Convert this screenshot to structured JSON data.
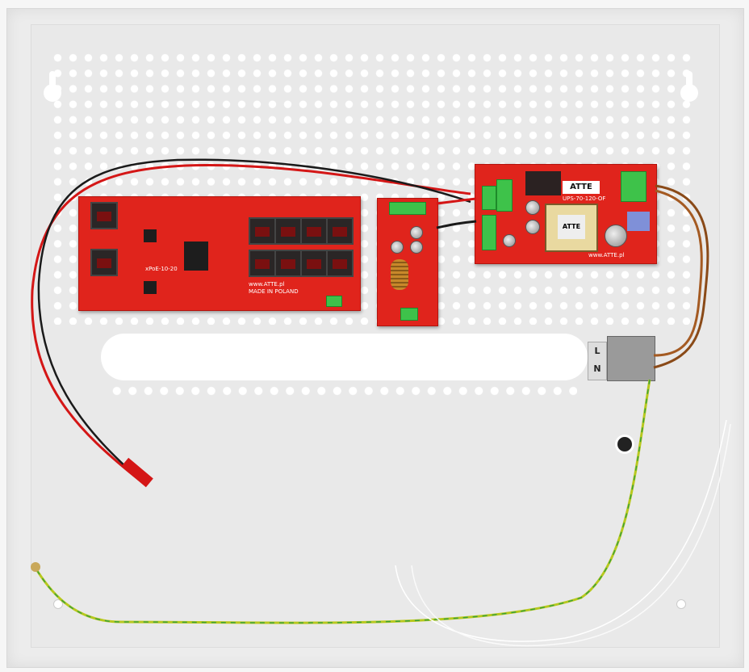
{
  "poe_board": {
    "model": "xPoE-10-20",
    "site": "www.ATTE.pl",
    "origin": "MADE IN POLAND"
  },
  "psu_board": {
    "brand": "ATTE",
    "model": "UPS-70-120-OF",
    "transformer_brand": "ATTE",
    "site": "www.ATTE.pl"
  },
  "terminal": {
    "live": "L",
    "neutral": "N"
  },
  "colors": {
    "pcb": "#e0241c",
    "enclosure": "#e9e9e9",
    "connector": "#3ec24a"
  }
}
